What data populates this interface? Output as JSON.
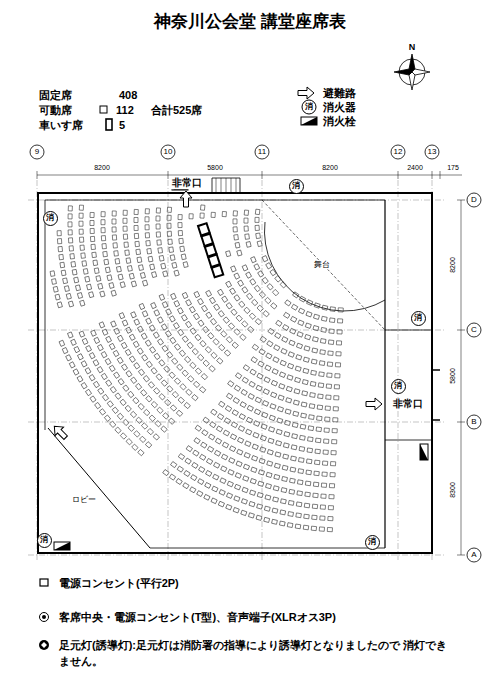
{
  "diagram": {
    "title": "神奈川公会堂 講堂座席表",
    "nodes": [
      {
        "text": [
          "消"
        ]
      },
      {
        "text": [
          "消"
        ]
      },
      {
        "text": [
          "消"
        ]
      },
      {
        "text": [
          "消"
        ]
      },
      {
        "text": [
          "消"
        ]
      },
      {
        "text": [
          "消"
        ]
      }
    ],
    "labels": [
      "固定席",
      "408",
      "可動席",
      "112",
      "合計525席",
      "車いす席",
      "5",
      "消",
      "9",
      "10",
      "11",
      "12",
      "13",
      "D",
      "C",
      "B",
      "A",
      "8200",
      "5800",
      "8200",
      "2400",
      "175",
      "8200",
      "5800",
      "8300",
      "非常口",
      "非常口",
      "ロビー",
      "舞台",
      "N"
    ],
    "legend": [
      {
        "text": "避難路"
      },
      {
        "text": "消火器"
      },
      {
        "text": "消火栓"
      },
      {
        "text": "電源コンセント(平行2P)"
      },
      {
        "text": "客席中央・電源コンセント(T型)、音声端子(XLRオス3P)"
      },
      {
        "text": "足元灯(誘導灯):足元灯は消防署の指導により誘導灯となりましたので 消灯できません。"
      }
    ]
  }
}
